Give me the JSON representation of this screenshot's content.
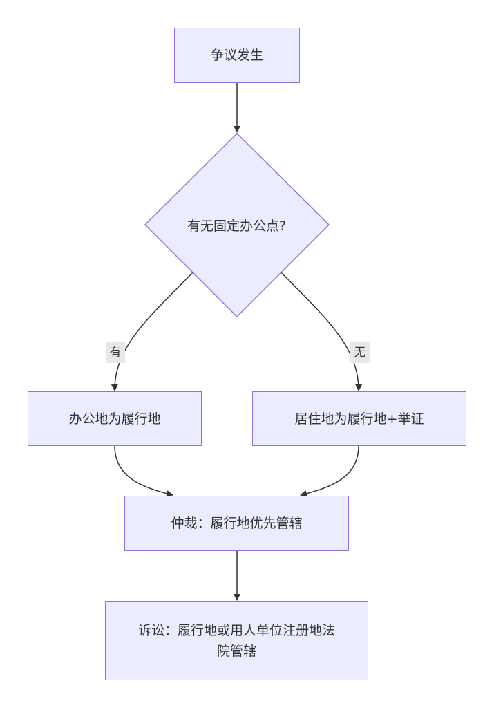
{
  "flowchart": {
    "nodes": {
      "dispute": "争议发生",
      "decision": "有无固定办公点?",
      "office": "办公地为履行地",
      "residence": "居住地为履行地+举证",
      "arbitration": "仲裁：履行地优先管辖",
      "litigation": "诉讼：履行地或用人单位注册地法院管辖"
    },
    "edges": {
      "yes_label": "有",
      "no_label": "无"
    }
  },
  "colors": {
    "node_fill": "#ECECFF",
    "node_border": "#9370DB",
    "edge": "#333333",
    "edge_label_bg": "#E8E8E8",
    "text": "#333333"
  }
}
